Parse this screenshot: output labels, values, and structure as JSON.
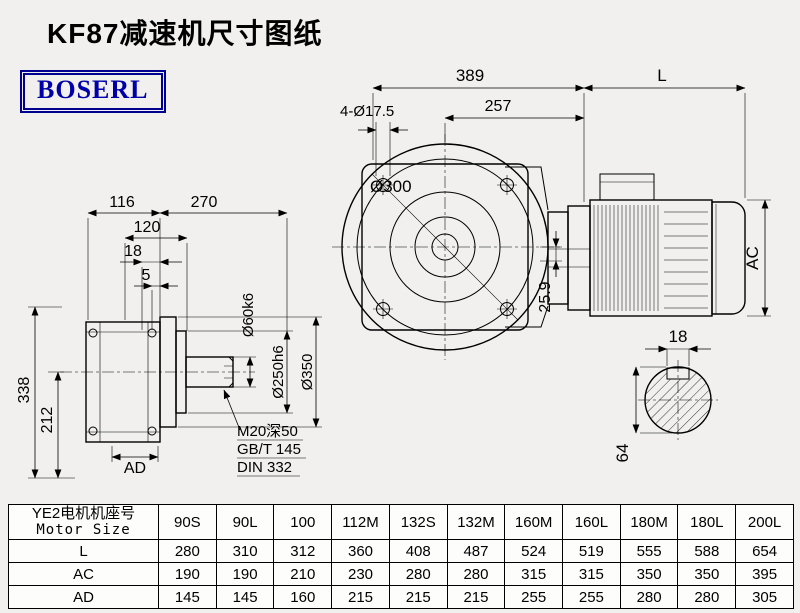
{
  "page": {
    "title": "KF87减速机尺寸图纸",
    "logo": "BOSERL"
  },
  "drawing": {
    "front_view": {
      "overall_length": "389",
      "motor_length_label": "L",
      "center_to_motor": "257",
      "mounting_holes": "4-Ø17.5",
      "flange_diameter": "Ø300",
      "motor_height_label": "AC",
      "shaft_offset": "25.9"
    },
    "side_view": {
      "dim_116": "116",
      "dim_270": "270",
      "dim_120": "120",
      "dim_18": "18",
      "dim_5": "5",
      "dim_338": "338",
      "dim_212": "212",
      "shaft_diameter": "Ø60k6",
      "spigot_diameter": "Ø250h6",
      "flange_outer_diameter": "Ø350",
      "dim_AD": "AD"
    },
    "shaft_section": {
      "keyway_width": "18",
      "height_over_key": "64"
    },
    "notes": [
      "M20深50",
      "GB/T 145",
      "DIN 332"
    ]
  },
  "table": {
    "header": {
      "line1": "YE2电机机座号",
      "line2": "Motor Size"
    },
    "columns": [
      "90S",
      "90L",
      "100",
      "112M",
      "132S",
      "132M",
      "160M",
      "160L",
      "180M",
      "180L",
      "200L"
    ],
    "rows": [
      {
        "label": "L",
        "values": [
          280,
          310,
          312,
          360,
          408,
          487,
          524,
          519,
          555,
          588,
          654
        ]
      },
      {
        "label": "AC",
        "values": [
          190,
          190,
          210,
          230,
          280,
          280,
          315,
          315,
          350,
          350,
          395
        ]
      },
      {
        "label": "AD",
        "values": [
          145,
          145,
          160,
          215,
          215,
          215,
          255,
          255,
          280,
          280,
          305
        ]
      }
    ]
  }
}
